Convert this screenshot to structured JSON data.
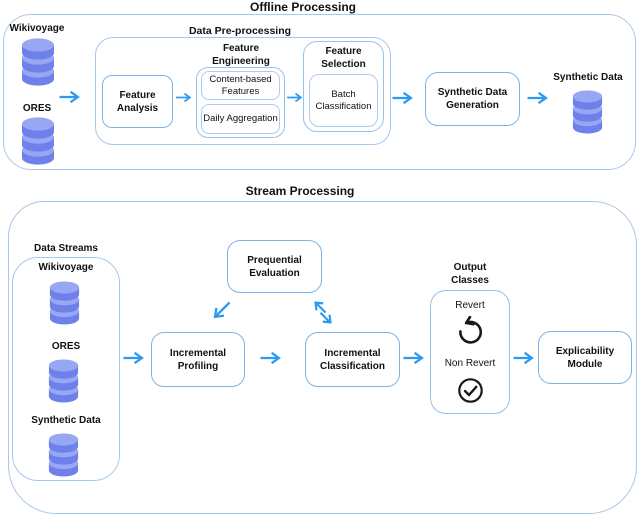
{
  "offline": {
    "title": "Offline Processing",
    "source_wikivoyage": "Wikivoyage",
    "source_ores": "ORES",
    "preprocessing_title": "Data Pre-processing",
    "feature_analysis": "Feature Analysis",
    "feature_engineering_title": "Feature Engineering",
    "content_based_features": "Content-based Features",
    "daily_aggregation": "Daily Aggregation",
    "feature_selection_title": "Feature Selection",
    "batch_classification": "Batch Classification",
    "synthetic_data_generation": "Synthetic Data Generation",
    "synthetic_data_output": "Synthetic Data"
  },
  "stream": {
    "title": "Stream Processing",
    "data_streams_title": "Data Streams",
    "source_wikivoyage": "Wikivoyage",
    "source_ores": "ORES",
    "source_synthetic": "Synthetic Data",
    "incremental_profiling": "Incremental Profiling",
    "prequential_evaluation": "Prequential Evaluation",
    "incremental_classification": "Incremental Classification",
    "output_classes_title": "Output Classes",
    "class_revert": "Revert",
    "class_non_revert": "Non Revert",
    "explicability_module": "Explicability Module"
  },
  "icons": {
    "database": "database-icon",
    "arrow_right": "arrow-right-icon",
    "arrow_down_left": "arrow-down-left-icon",
    "arrow_bidirectional": "arrow-bidirectional-diagonal-icon",
    "revert": "circular-arrow-icon",
    "non_revert": "check-circle-icon"
  },
  "colors": {
    "arrow_blue": "#2b9af0",
    "process_border": "#7db4e8",
    "container_border": "#a9c7ec",
    "inner_border": "#a9cdf2",
    "db_body": "#6e81ea",
    "db_top": "#98a7f3",
    "text": "#111111"
  }
}
